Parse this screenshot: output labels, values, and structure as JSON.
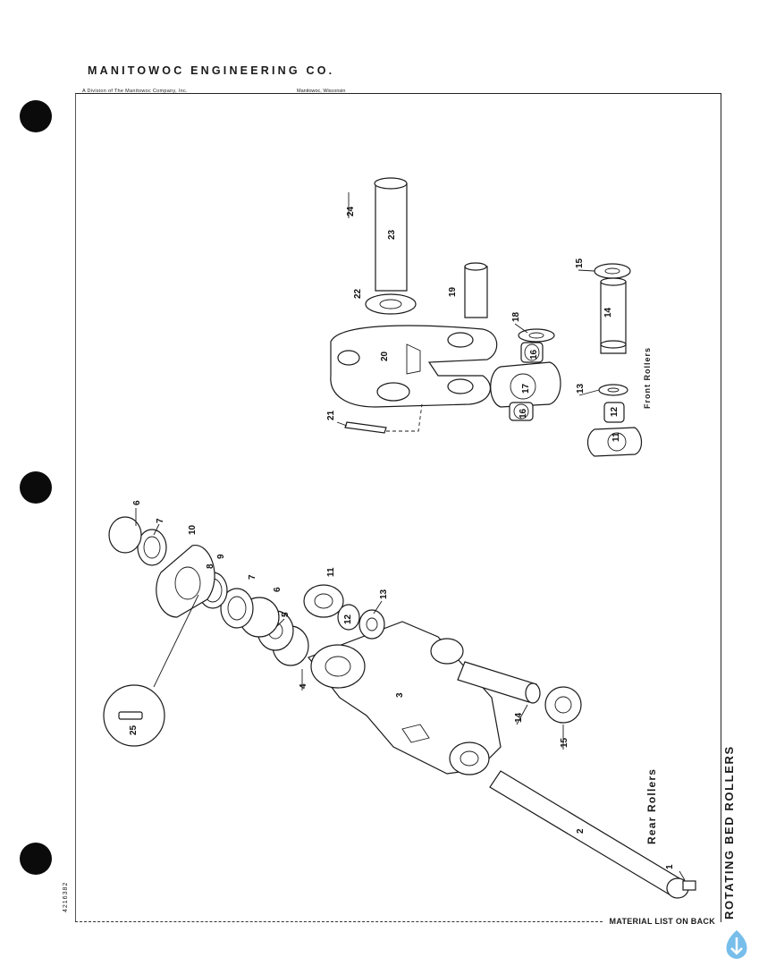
{
  "header": {
    "company": "MANITOWOC ENGINEERING CO.",
    "division": "A Division of The Manitowoc Company, Inc.",
    "location": "Manitowoc, Wisconsin"
  },
  "document_number": "4216382",
  "title": "ROTATING BED ROLLERS",
  "footer": "MATERIAL LIST ON BACK",
  "labels": {
    "rear": "Rear Rollers",
    "front": "Front Rollers"
  },
  "part_numbers": {
    "rear": [
      "1",
      "2",
      "3",
      "4",
      "5",
      "6",
      "7",
      "8",
      "9",
      "10",
      "7",
      "6",
      "11",
      "12",
      "13",
      "14",
      "15",
      "25"
    ],
    "front": [
      "24",
      "23",
      "22",
      "19",
      "20",
      "21",
      "18",
      "16",
      "17",
      "16",
      "15",
      "14",
      "13",
      "12",
      "11"
    ]
  },
  "colors": {
    "ink": "#1a1a1a",
    "paper": "#ffffff",
    "watermark": "#5fb3e6"
  }
}
